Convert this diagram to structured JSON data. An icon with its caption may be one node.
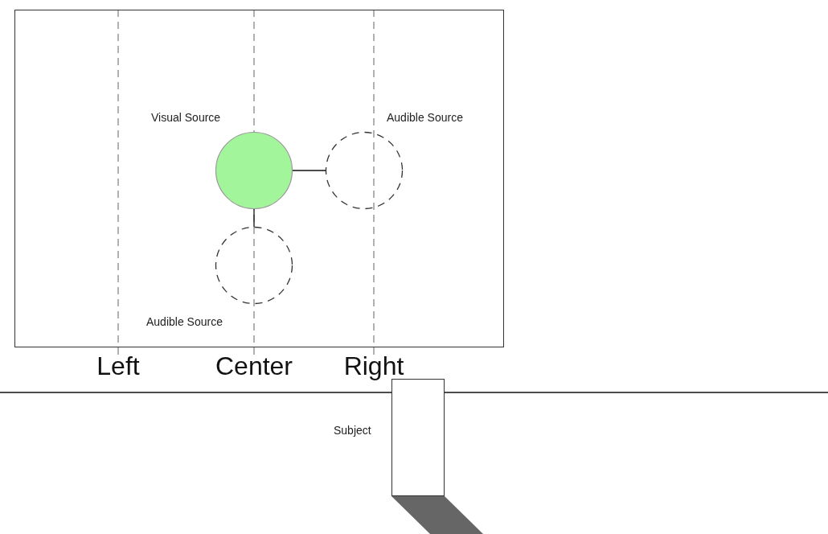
{
  "diagram": {
    "nodes": [
      {
        "text": [],
        "shape": "box"
      },
      {
        "text": [
          "Visual Source"
        ],
        "in": 0
      },
      {
        "text": [
          "Audible Source"
        ],
        "in": 0
      },
      {
        "text": [
          "Audible Source"
        ],
        "in": 0
      },
      {
        "text": [
          "Subject"
        ]
      }
    ],
    "edges": [
      {
        "from": 1,
        "to": 2,
        "arrow": "none"
      },
      {
        "from": 1,
        "to": 3,
        "arrow": "none"
      }
    ],
    "labels": [
      "Left",
      "Center",
      "Right"
    ]
  }
}
